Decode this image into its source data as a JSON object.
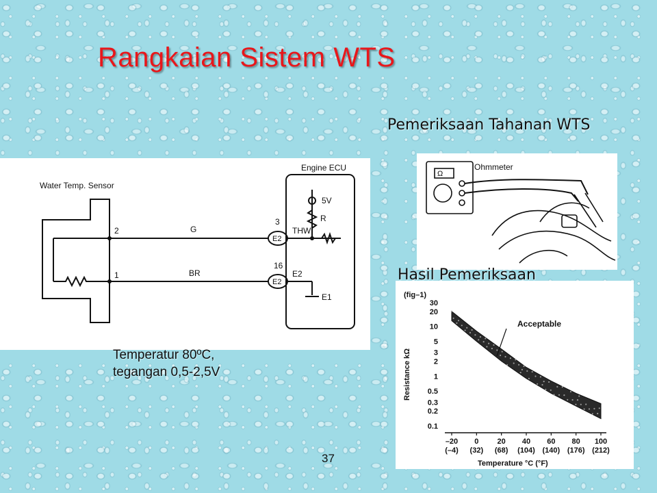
{
  "slide": {
    "title": "Rangkaian Sistem WTS",
    "subtitle_resistance_check": "Pemeriksaan Tahanan WTS",
    "subtitle_result": "Hasil Pemeriksaan",
    "note_line1": "Temperatur 80ºC,",
    "note_line2": "tegangan 0,5-2,5V",
    "page_number": "37"
  },
  "circuit": {
    "sensor_label": "Water Temp. Sensor",
    "ecu_label": "Engine ECU",
    "pin_2": "2",
    "pin_1": "1",
    "wire_g": "G",
    "wire_br": "BR",
    "ecu_pin_3": "3",
    "ecu_pin_16": "16",
    "connector_top": "E2",
    "connector_bottom": "E2",
    "thw_label": "THW",
    "e2_label": "E2",
    "e1_label": "E1",
    "supply_label": "5V",
    "resistor_label": "R"
  },
  "ohmmeter": {
    "label": "Ohmmeter",
    "omega": "Ω"
  },
  "graph": {
    "fig_label": "(fig–1)",
    "ylabel": "Resistance kΩ",
    "xlabel": "Temperature °C (°F)",
    "band_label": "Acceptable",
    "y_ticks": [
      "30",
      "20",
      "10",
      "5",
      "3",
      "2",
      "1",
      "0.5",
      "0.3",
      "0.2",
      "0.1"
    ],
    "x_ticks_c": [
      "–20",
      "0",
      "20",
      "40",
      "60",
      "80",
      "100"
    ],
    "x_ticks_f": [
      "(–4)",
      "(32)",
      "(68)",
      "(104)",
      "(140)",
      "(176)",
      "(212)"
    ]
  },
  "chart_data": {
    "type": "area",
    "title": "",
    "xlabel": "Temperature °C (°F)",
    "ylabel": "Resistance kΩ",
    "y_scale": "log",
    "xlim": [
      -20,
      100
    ],
    "ylim": [
      0.1,
      30
    ],
    "series": [
      {
        "name": "Acceptable",
        "x": [
          -20,
          0,
          20,
          40,
          60,
          80,
          100
        ],
        "upper": [
          20,
          8,
          3.5,
          1.5,
          0.8,
          0.45,
          0.28
        ],
        "lower": [
          13,
          5,
          2,
          0.9,
          0.45,
          0.25,
          0.14
        ]
      }
    ]
  }
}
